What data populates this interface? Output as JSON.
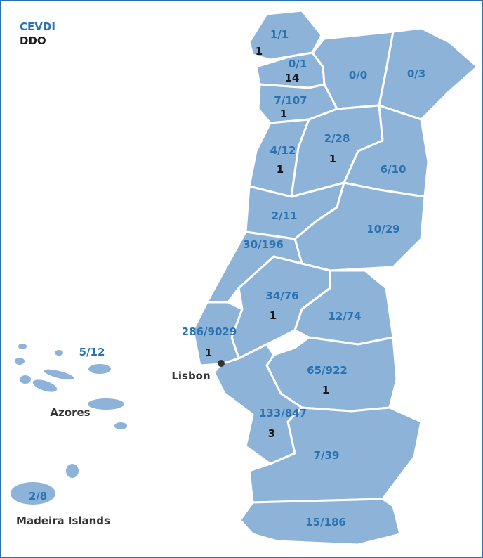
{
  "legend": {
    "cevdi": "CEVDI",
    "ddo": "DDO"
  },
  "colors": {
    "region": "#8db3d8",
    "border": "#ffffff",
    "cevdi_text": "#2a72b0",
    "ddo_text": "#1a1a1a",
    "frame": "#2a72b0"
  },
  "regions": [
    {
      "id": "viana",
      "cevdi": "1/1",
      "ddo": "1"
    },
    {
      "id": "braga",
      "cevdi": "0/1",
      "ddo": "14"
    },
    {
      "id": "vila-real",
      "cevdi": "0/0",
      "ddo": ""
    },
    {
      "id": "braganca",
      "cevdi": "0/3",
      "ddo": ""
    },
    {
      "id": "porto",
      "cevdi": "7/107",
      "ddo": "1"
    },
    {
      "id": "aveiro",
      "cevdi": "4/12",
      "ddo": "1"
    },
    {
      "id": "viseu",
      "cevdi": "2/28",
      "ddo": "1"
    },
    {
      "id": "guarda",
      "cevdi": "6/10",
      "ddo": ""
    },
    {
      "id": "coimbra",
      "cevdi": "2/11",
      "ddo": ""
    },
    {
      "id": "castelo-branco",
      "cevdi": "10/29",
      "ddo": ""
    },
    {
      "id": "leiria",
      "cevdi": "30/196",
      "ddo": ""
    },
    {
      "id": "santarem",
      "cevdi": "34/76",
      "ddo": "1"
    },
    {
      "id": "portalegre",
      "cevdi": "12/74",
      "ddo": ""
    },
    {
      "id": "lisboa",
      "cevdi": "286/9029",
      "ddo": "1"
    },
    {
      "id": "evora",
      "cevdi": "65/922",
      "ddo": "1"
    },
    {
      "id": "setubal",
      "cevdi": "133/847",
      "ddo": "3"
    },
    {
      "id": "beja",
      "cevdi": "7/39",
      "ddo": ""
    },
    {
      "id": "faro",
      "cevdi": "15/186",
      "ddo": ""
    },
    {
      "id": "azores",
      "cevdi": "5/12",
      "ddo": ""
    },
    {
      "id": "madeira",
      "cevdi": "2/8",
      "ddo": ""
    }
  ],
  "places": {
    "lisbon": "Lisbon",
    "azores": "Azores",
    "madeira": "Madeira Islands"
  }
}
